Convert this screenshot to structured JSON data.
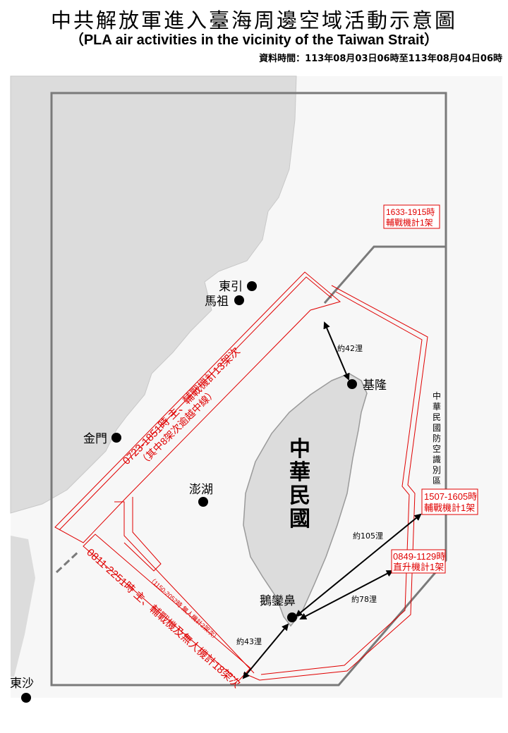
{
  "header": {
    "title": "中共解放軍進入臺海周邊空域活動示意圖",
    "subtitle": "（PLA air activities in the vicinity of the Taiwan Strait）",
    "date_range": "資料時間：113年08月03日06時至113年08月04日06時"
  },
  "places": {
    "dongyin": "東引",
    "matsu": "馬祖",
    "kinmen": "金門",
    "penghu": "澎湖",
    "keelung": "基隆",
    "eluanbi": "鵝鑾鼻",
    "dongsha": "東沙",
    "roc": [
      "中",
      "華",
      "民",
      "國"
    ],
    "adiz": [
      "中",
      "華",
      "民",
      "國",
      "防",
      "空",
      "識",
      "別",
      "區"
    ]
  },
  "distances": {
    "keelung": "約42浬",
    "east_far": "約105浬",
    "east_near": "約78浬",
    "southwest": "約43浬"
  },
  "activities": {
    "north_strip_line1": "0723-1851時 主、輔戰機計13架次",
    "north_strip_line2": "（其中8架次逾越中線）",
    "southwest_strip": "0811-2251時 主、輔戰機及無人機計18架次",
    "southwest_inner": "（1150-2052時 無人機計2架次）",
    "box_north": {
      "line1": "1633-1915時",
      "line2": "輔戰機計1架"
    },
    "box_east": {
      "line1": "1507-1605時",
      "line2": "輔戰機計1架"
    },
    "box_southeast": {
      "line1": "0849-1129時",
      "line2": "直升機計1架"
    }
  },
  "colors": {
    "land": "#dcdcdc",
    "adiz_line": "#7a7a7a",
    "activity_zone": "#e00000"
  }
}
